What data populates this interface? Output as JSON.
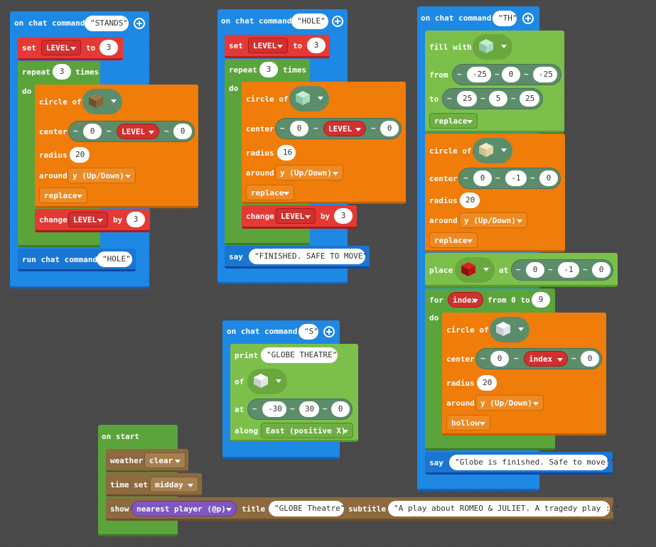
{
  "stands": {
    "header": "on chat command",
    "command": "\"STANDS\"",
    "set_label": "set",
    "set_var": "LEVEL",
    "to_label": "to",
    "set_value": "3",
    "repeat_label": "repeat",
    "repeat_count": "3",
    "times_label": "times",
    "do_label": "do",
    "circle_of": "circle of",
    "center_label": "center",
    "center_x": "0",
    "center_y": "LEVEL",
    "center_z": "0",
    "radius_label": "radius",
    "radius_value": "20",
    "around_label": "around",
    "around_value": "y (Up/Down)",
    "mode_value": "replace",
    "change_label": "change",
    "change_var": "LEVEL",
    "by_label": "by",
    "by_value": "3",
    "run_label": "run chat command",
    "run_value": "\"HOLE\""
  },
  "hole": {
    "header": "on chat command",
    "command": "\"HOLE\"",
    "set_label": "set",
    "set_var": "LEVEL",
    "to_label": "to",
    "set_value": "3",
    "repeat_label": "repeat",
    "repeat_count": "3",
    "times_label": "times",
    "do_label": "do",
    "circle_of": "circle of",
    "center_label": "center",
    "center_x": "0",
    "center_y": "LEVEL",
    "center_z": "0",
    "radius_label": "radius",
    "radius_value": "16",
    "around_label": "around",
    "around_value": "y (Up/Down)",
    "mode_value": "replace",
    "change_label": "change",
    "change_var": "LEVEL",
    "by_label": "by",
    "by_value": "3",
    "say_label": "say",
    "say_value": "\"FINISHED. SAFE TO MOVE\""
  },
  "th": {
    "header": "on chat command",
    "command": "\"TH\"",
    "fill_label": "fill with",
    "from_label": "from",
    "from_x": "-25",
    "from_y": "0",
    "from_z": "-25",
    "to_label": "to",
    "to_x": "25",
    "to_y": "5",
    "to_z": "25",
    "mode1": "replace",
    "circle_of": "circle of",
    "center_label": "center",
    "c1_x": "0",
    "c1_y": "-1",
    "c1_z": "0",
    "radius_label": "radius",
    "radius1": "20",
    "around_label": "around",
    "around_value": "y (Up/Down)",
    "mode2": "replace",
    "place_label": "place",
    "at_label": "at",
    "p_x": "0",
    "p_y": "-1",
    "p_z": "0",
    "for_label": "for",
    "for_var": "index",
    "for_range": "from 0 to",
    "for_end": "9",
    "do_label": "do",
    "c2_x": "0",
    "c2_y": "index",
    "c2_z": "0",
    "radius2": "20",
    "mode3": "hollow",
    "say_label": "say",
    "say_value": "\"Globe is finished. Safe to move!\""
  },
  "s": {
    "header": "on chat command",
    "command": "\"S\"",
    "print_label": "print",
    "print_value": "\"GLOBE THEATRE\"",
    "of_label": "of",
    "at_label": "at",
    "x": "-30",
    "y": "30",
    "z": "0",
    "along_label": "along",
    "along_value": "East (positive X)"
  },
  "start": {
    "header": "on start",
    "weather_label": "weather",
    "weather_value": "clear",
    "time_label": "time set",
    "time_value": "midday",
    "show_label": "show",
    "target": "nearest player (@p)",
    "title_label": "title",
    "title_value": "\"GLOBE Theatre\"",
    "subtitle_label": "subtitle",
    "subtitle_value": "\"A play about ROMEO & JULIET. A tragedy play :(\""
  },
  "colors": {
    "event": "#1e88e5",
    "variable": "#e53935",
    "loop": "#5ba33b",
    "shapes": "#f07c0a",
    "blocks": "#7cc04b",
    "gameplay": "#8d6a3f",
    "tilde": "~"
  }
}
